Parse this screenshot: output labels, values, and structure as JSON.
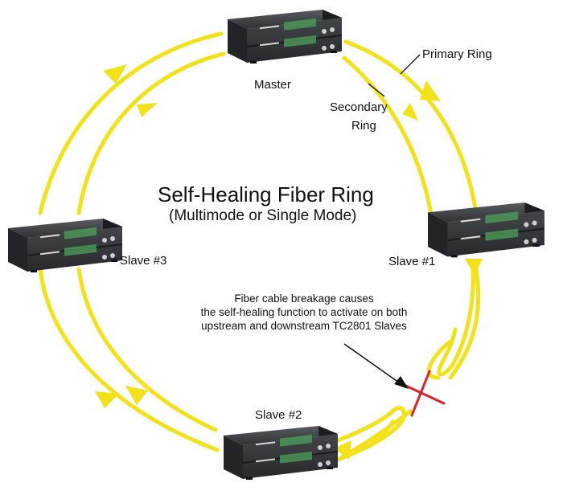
{
  "title": "Self-Healing Fiber Ring",
  "subtitle": "(Multimode or Single Mode)",
  "labels": {
    "primary_ring": "Primary Ring",
    "secondary_ring_line1": "Secondary",
    "secondary_ring_line2": "Ring"
  },
  "nodes": {
    "master": "Master",
    "slave1": "Slave #1",
    "slave2": "Slave #2",
    "slave3": "Slave #3"
  },
  "note": {
    "line1": "Fiber cable breakage causes",
    "line2": "the self-healing function to activate on both",
    "line3": "upstream and downstream TC2801 Slaves"
  },
  "colors": {
    "ring": "#f2e21a",
    "break_mark": "#d9232d",
    "device_body": "#2a2c2e",
    "device_face": "#3b3e41"
  }
}
